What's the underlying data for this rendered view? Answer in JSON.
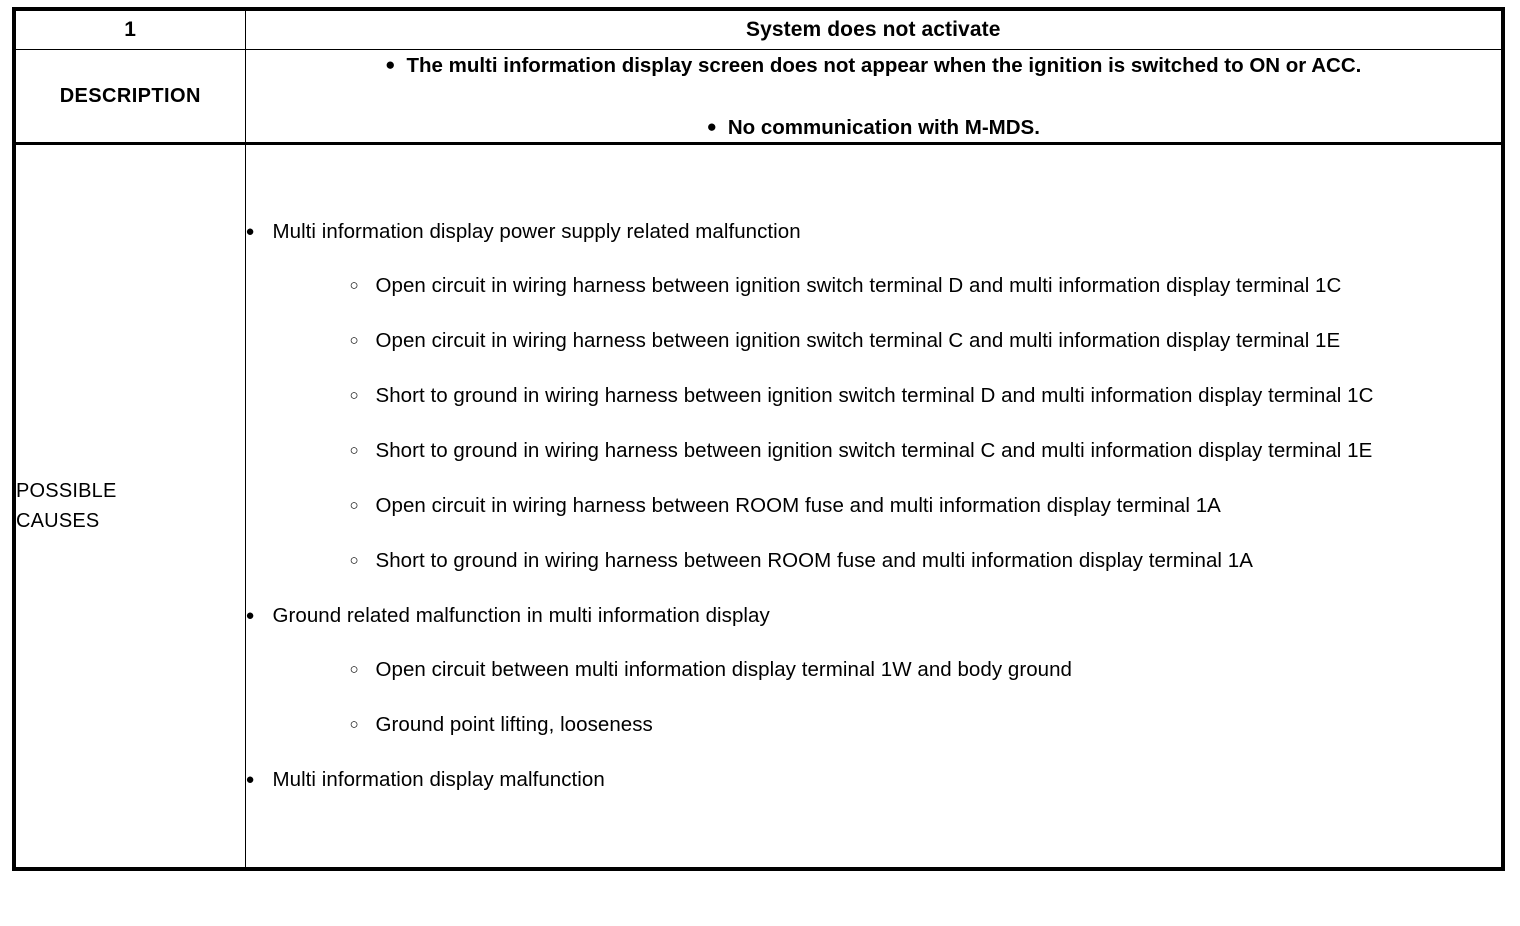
{
  "table": {
    "header": {
      "number": "1",
      "title": "System does not activate"
    },
    "description": {
      "label": "DESCRIPTION",
      "bullet_glyph": "●",
      "items": [
        "The multi information display screen does not appear when the ignition is switched to ON or ACC.",
        "No communication with M-MDS."
      ]
    },
    "possible_causes": {
      "label_line1": "POSSIBLE",
      "label_line2": "CAUSES",
      "bullet_glyph_level1": "●",
      "bullet_glyph_level2": "○",
      "items": [
        {
          "text": "Multi information display power supply related malfunction",
          "subitems": [
            "Open circuit in wiring harness between ignition switch terminal D and multi information display terminal 1C",
            "Open circuit in wiring harness between ignition switch terminal C and multi information display terminal 1E",
            "Short to ground in wiring harness between ignition switch terminal D and multi information display terminal 1C",
            "Short to ground in wiring harness between ignition switch terminal C and multi information display terminal 1E",
            "Open circuit in wiring harness between ROOM fuse and multi information display terminal 1A",
            "Short to ground in wiring harness between ROOM fuse and multi information display terminal 1A"
          ]
        },
        {
          "text": "Ground related malfunction in multi information display",
          "subitems": [
            "Open circuit between multi information display terminal 1W and body ground",
            "Ground point lifting, looseness"
          ]
        },
        {
          "text": "Multi information display malfunction",
          "subitems": []
        }
      ]
    }
  }
}
